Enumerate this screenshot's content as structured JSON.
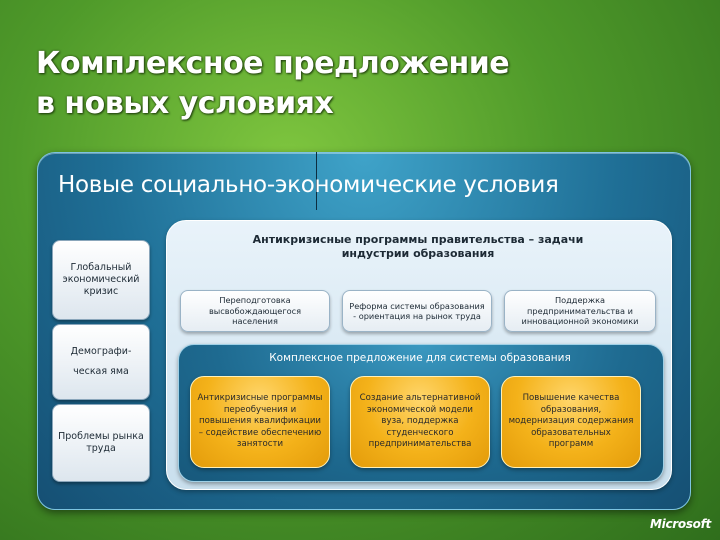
{
  "slide": {
    "title_line1": "Комплексное предложение",
    "title_line2": "в новых условиях",
    "heading": "Новые социально-экономические условия",
    "left_boxes": [
      "Глобальный экономический кризис",
      "Демографи-\nческая яма",
      "Проблемы рынка труда"
    ],
    "inner_title": "Антикризисные программы правительства – задачи индустрии образования",
    "programs": [
      "Переподготовка высвобождающегося населения",
      "Реформа системы образования - ориентация на рынок труда",
      "Поддержка предпринимательства и инновационной экономики"
    ],
    "complex_title": "Комплексное предложение для системы образования",
    "offers": [
      "Антикризисные программы переобучения и повышения квалификации – содействие обеспечению занятости",
      "Создание альтернативной экономической модели вуза, поддержка студенческого предпринимательства",
      "Повышение качества образования, модернизация содержания образовательных программ"
    ],
    "logo": "Microsoft"
  },
  "colors": {
    "background_green": "#5aa82e",
    "panel_blue": "#1f6f96",
    "gold": "#f4b21a"
  }
}
